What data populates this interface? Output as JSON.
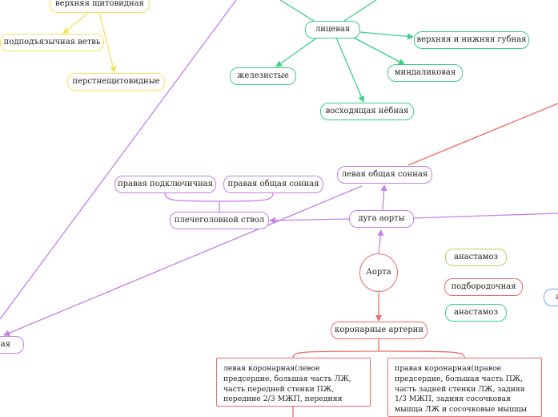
{
  "colors": {
    "yellow": "#f5e15a",
    "green": "#3ccf86",
    "purple": "#c77fe6",
    "red": "#ef6b6b",
    "lime": "#a8d95a",
    "blue": "#6fa8e6"
  },
  "nodes": {
    "verkhnyaya_shchitovidnaya": "верхняя щитовидная",
    "podpodyazychnaya": "подподъязычная ветвь",
    "perstneshchitovidnye": "перстнещитовидные",
    "litsevaya": "лицевая",
    "verkhnyaya_nizhnyaya_gubnaya": "верхняя и нижняя губная",
    "zhelezistye": "железистые",
    "mindalikovaya": "миндаликовая",
    "voskhodyashchaya_nebnaya": "восходящая нёбная",
    "levaya_obshchaya_sonnaya": "левая общая сонная",
    "pravaya_podklyuchichnaya": "правая подключичная",
    "pravaya_obshchaya_sonnaya": "правая общая сонная",
    "plechegolovnoy_stvol": "плечеголовной ствол",
    "duga_aorty": "дуга аорты",
    "aorta": "Аорта",
    "anastomoz_1": "анастамоз",
    "podborodochnaya": "подбородочная",
    "anastomoz_2": "анастамоз",
    "koronarnye_arterii": "коронарные артерии",
    "levaya_koronarnaya": "левая коронарная(левое предсердие, большая часть ЛЖ, часть передней стенки ПЖ, передние 2/3 МЖП, передняя сосочковая мышца ЛЖ)",
    "pravaya_koronarnaya": "правая коронарная(правое предсердие, большая часть ПЖ, часть задней стенки ЛЖ, задняя 1/3 МЖП, задняя сосочковая мышца ЛЖ и сосочковые мышцы ПЖ, МПП)",
    "left_edge_partial": "ная",
    "right_edge_partial": "а"
  }
}
